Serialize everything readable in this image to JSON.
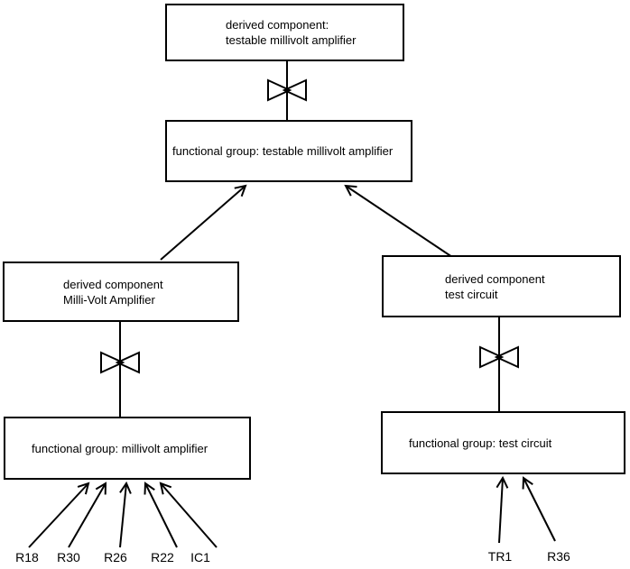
{
  "diagram": {
    "background_color": "#ffffff",
    "line_color": "#000000",
    "nodes": {
      "top_derived": {
        "line1": "derived component:",
        "line2": "testable millivolt amplifier"
      },
      "top_functional": {
        "label": "functional group: testable millivolt amplifier"
      },
      "left_derived": {
        "line1": "derived component",
        "line2": "Milli-Volt Amplifier"
      },
      "right_derived": {
        "line1": "derived component",
        "line2": "test circuit"
      },
      "left_functional": {
        "label": "functional group: millivolt amplifier"
      },
      "right_functional": {
        "label": "functional group: test circuit"
      }
    },
    "leaf_components": {
      "r18": "R18",
      "r30": "R30",
      "r26": "R26",
      "r22": "R22",
      "ic1": "IC1",
      "tr1": "TR1",
      "r36": "R36"
    }
  }
}
